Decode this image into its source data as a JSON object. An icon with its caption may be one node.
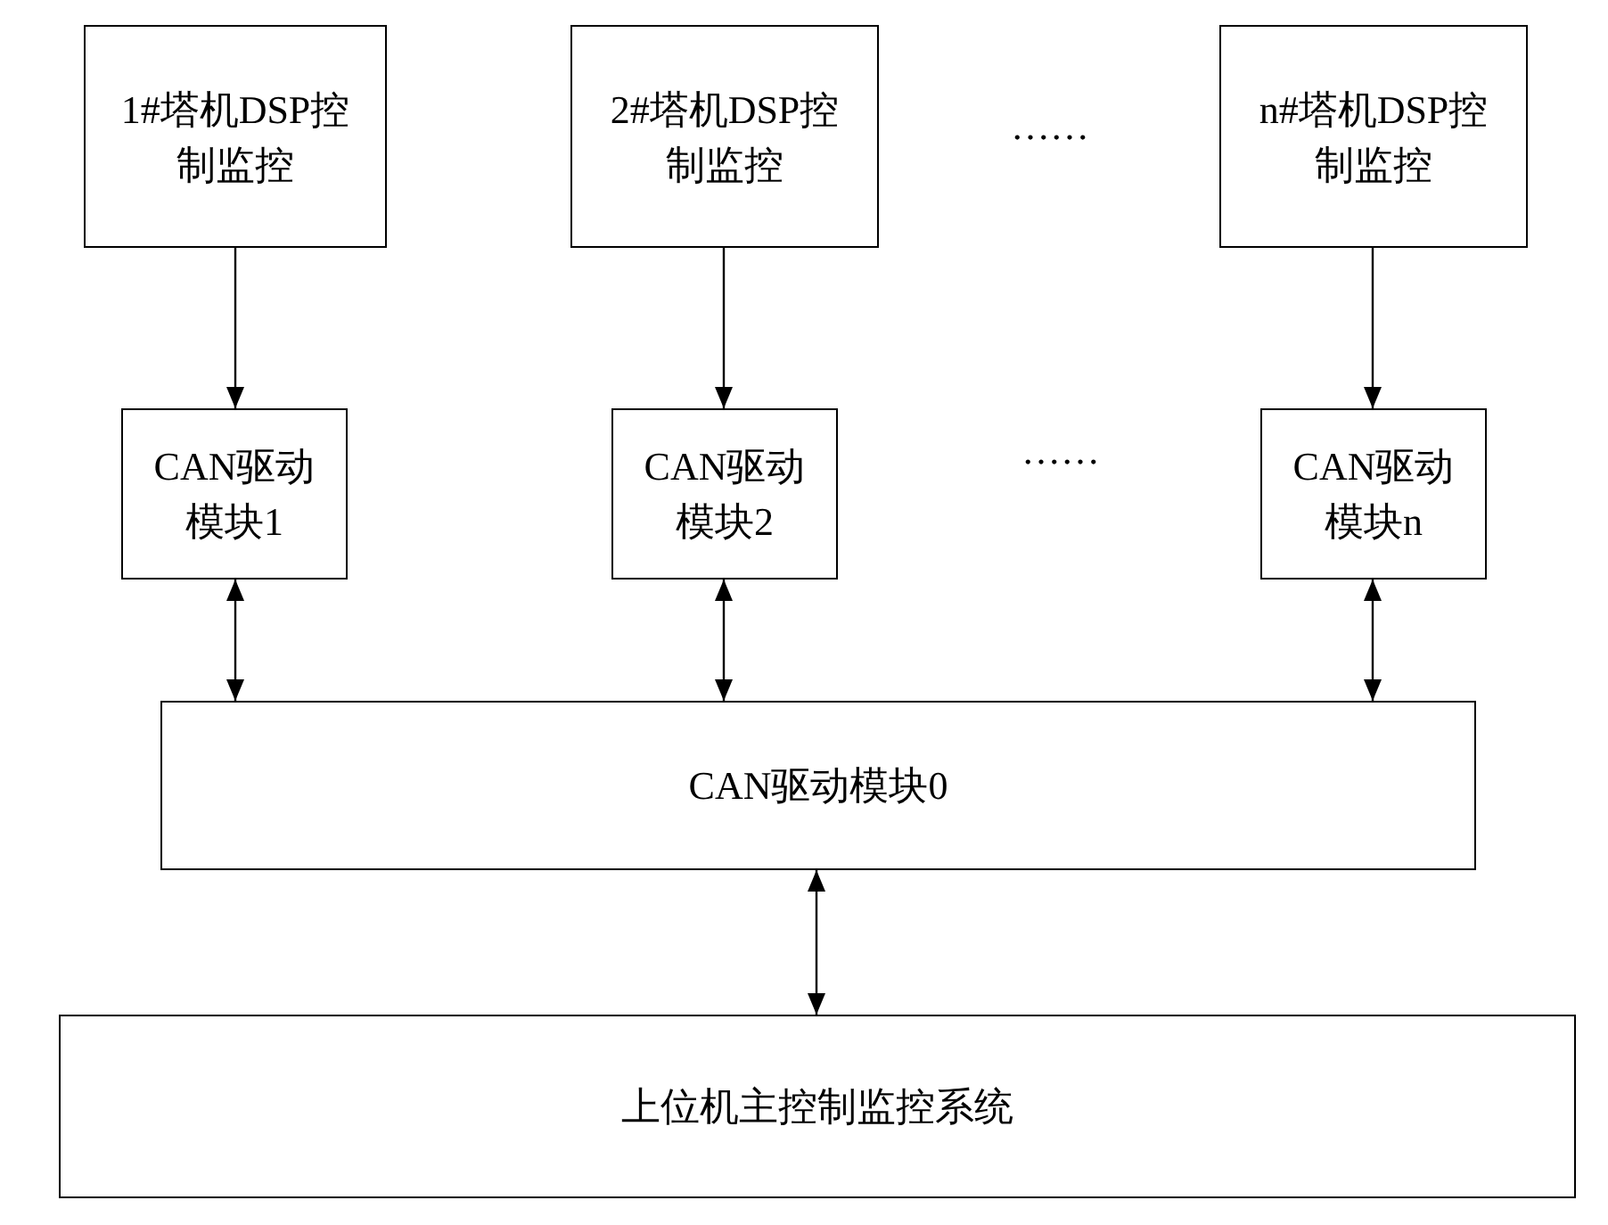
{
  "diagram": {
    "nodes": [
      {
        "text": [
          "1#塔机DSP控制监控"
        ]
      },
      {
        "text": [
          "2#塔机DSP控制监控"
        ]
      },
      {
        "text": [
          "n#塔机DSP控制监控"
        ]
      },
      {
        "text": [
          "CAN驱动模块1"
        ]
      },
      {
        "text": [
          "CAN驱动模块2"
        ]
      },
      {
        "text": [
          "CAN驱动模块n"
        ]
      },
      {
        "text": [
          "CAN驱动模块0"
        ]
      },
      {
        "text": [
          "上位机主控制监控系统"
        ]
      }
    ],
    "edges": [
      {
        "from": 0,
        "to": 3,
        "arrow": "to"
      },
      {
        "from": 1,
        "to": 4,
        "arrow": "to"
      },
      {
        "from": 2,
        "to": 5,
        "arrow": "to"
      },
      {
        "from": 3,
        "to": 6,
        "arrow": "both"
      },
      {
        "from": 4,
        "to": 6,
        "arrow": "both"
      },
      {
        "from": 5,
        "to": 6,
        "arrow": "both"
      },
      {
        "from": 6,
        "to": 7,
        "arrow": "both"
      }
    ],
    "labels": [
      "……",
      "……"
    ]
  }
}
